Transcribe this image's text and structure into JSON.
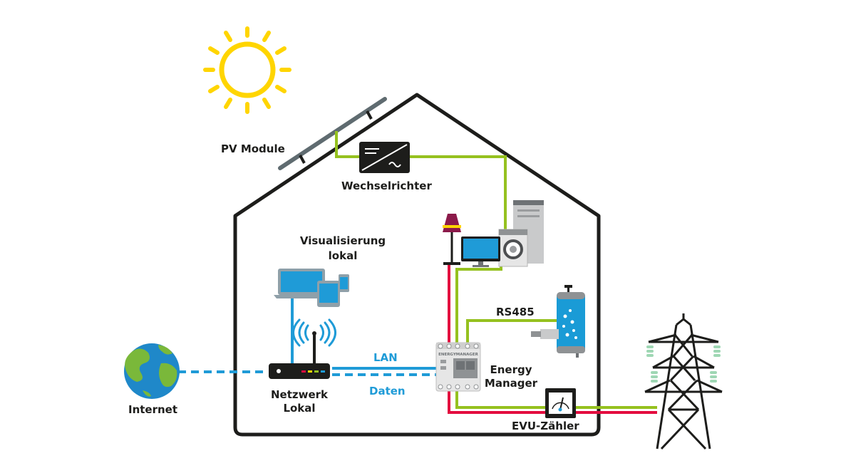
{
  "labels": {
    "pv_module": "PV Module",
    "inverter": "Wechselrichter",
    "visualization_line1": "Visualisierung",
    "visualization_line2": "lokal",
    "rs485": "RS485",
    "lan": "LAN",
    "data": "Daten",
    "energy_manager_line1": "Energy",
    "energy_manager_line2": "Manager",
    "network_line1": "Netzwerk",
    "network_line2": "Lokal",
    "internet": "Internet",
    "meter": "EVU-Zähler",
    "device_text": "ENERGYMANAGER"
  },
  "colors": {
    "outline": "#1d1d1b",
    "dc_line": "#95c11f",
    "ac_line": "#e30d3f",
    "network_line": "#1f9bd7",
    "sun": "#ffd500",
    "lamp_shade": "#8b1a4a",
    "earth_water": "#1f88c9",
    "earth_land": "#7ab83a",
    "boiler": "#1a9bd6",
    "insulator": "#9fd7b4"
  }
}
